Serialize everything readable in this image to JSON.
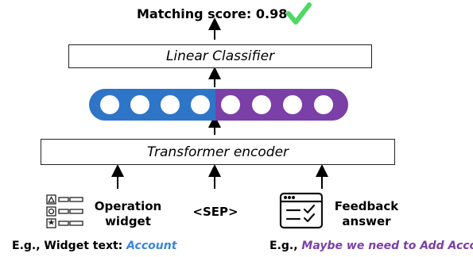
{
  "score": {
    "label": "Matching score: 0.98",
    "check_color": "#4cd964"
  },
  "classifier": {
    "label": "Linear Classifier"
  },
  "encoder": {
    "label": "Transformer encoder"
  },
  "embedding": {
    "left_color": "#2e75c8",
    "right_color": "#7b3fa8",
    "left_tokens": 4,
    "right_tokens": 4
  },
  "inputs": {
    "widget": {
      "line1": "Operation",
      "line2": "widget",
      "icon": "widget-list-icon"
    },
    "sep": {
      "label": "<SEP>"
    },
    "feedback": {
      "line1": "Feedback",
      "line2": "answer",
      "icon": "checklist-window-icon"
    }
  },
  "examples": {
    "widget": {
      "prefix": "E.g., Widget text: ",
      "value": "Account",
      "color": "#3a86d8"
    },
    "feedback": {
      "prefix": "E.g., ",
      "value": "Maybe we need to Add Account.",
      "color": "#7b3fa8"
    }
  }
}
